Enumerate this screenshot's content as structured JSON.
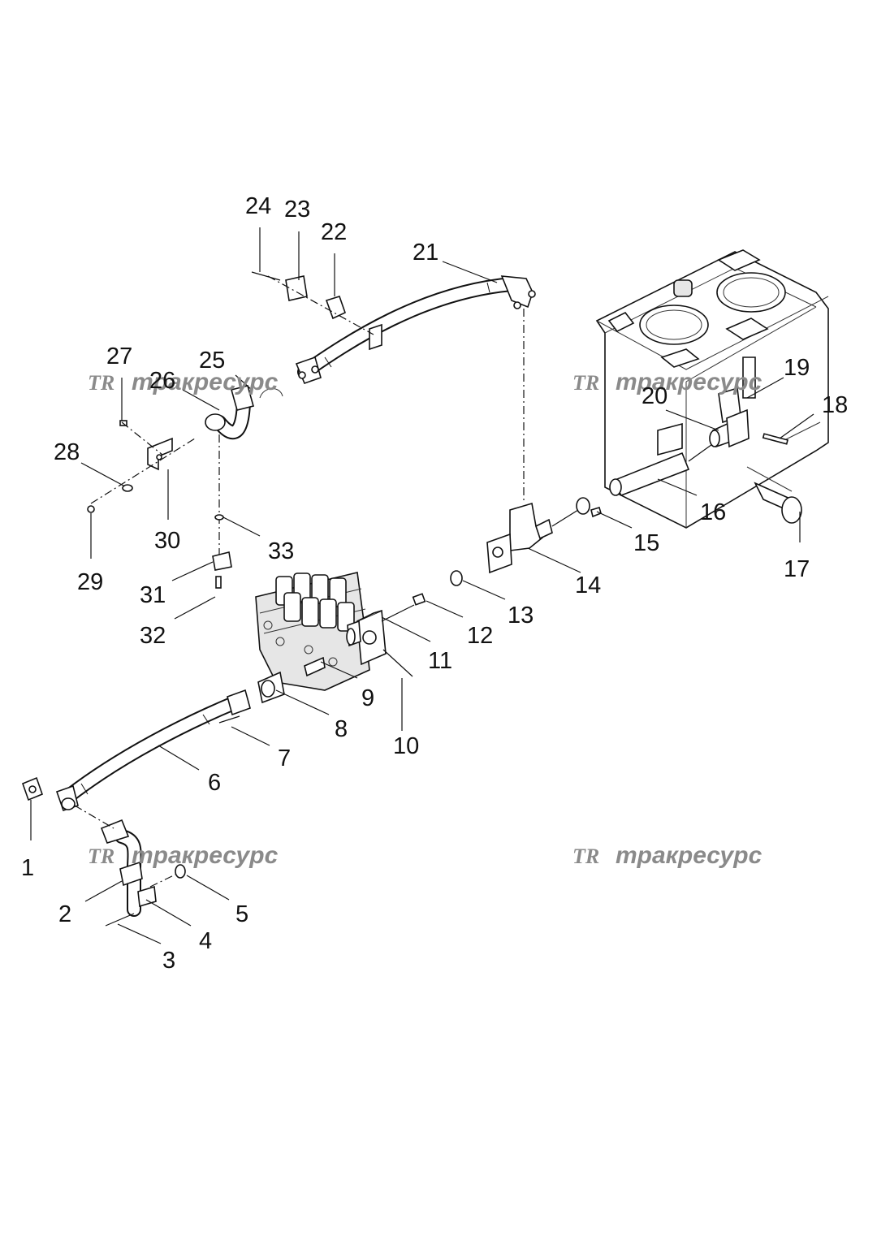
{
  "watermark": {
    "logo": "TR",
    "text": "тракресурс",
    "color": "#8a8a8a"
  },
  "callouts": [
    "1",
    "2",
    "3",
    "4",
    "5",
    "6",
    "7",
    "8",
    "9",
    "10",
    "11",
    "12",
    "13",
    "14",
    "15",
    "16",
    "17",
    "18",
    "19",
    "20",
    "21",
    "22",
    "23",
    "24",
    "25",
    "26",
    "27",
    "28",
    "29",
    "30",
    "31",
    "32",
    "33"
  ]
}
